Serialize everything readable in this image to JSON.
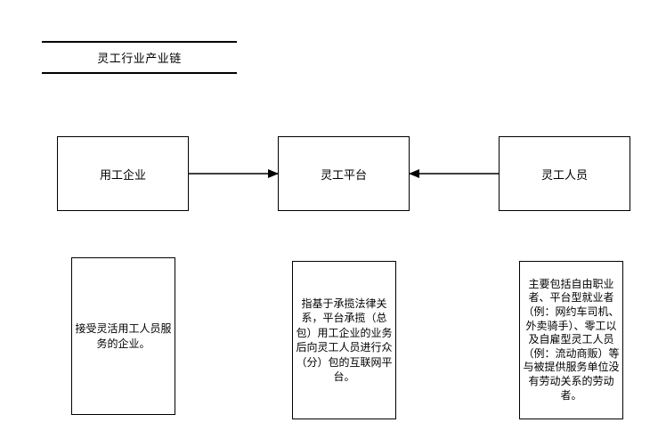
{
  "diagram": {
    "title": "灵工行业产业链",
    "nodes": {
      "employer": "用工企业",
      "platform": "灵工平台",
      "worker": "灵工人员"
    },
    "notes": {
      "employer": "接受灵活用工人员服务的企业。",
      "platform": "指基于承揽法律关系，平台承揽（总包）用工企业的业务后向灵工人员进行众（分）包的互联网平台。",
      "worker": "主要包括自由职业者、平台型就业者（例：网约车司机、外卖骑手）、零工以及自雇型灵工人员（例：流动商贩）等与被提供服务单位没有劳动关系的劳动者。"
    },
    "edges": [
      {
        "from": "employer",
        "to": "platform"
      },
      {
        "from": "worker",
        "to": "platform"
      }
    ]
  }
}
